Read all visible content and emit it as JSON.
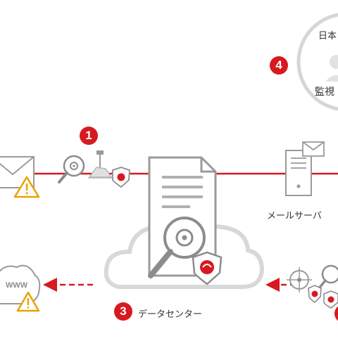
{
  "steps": {
    "step1": "1",
    "step3": "3",
    "step4": "4"
  },
  "labels": {
    "mail_server": "メールサーバ",
    "data_center": "データセンター",
    "operator_top": "日本",
    "operator_bottom": "監視"
  },
  "web_text": "WWW",
  "colors": {
    "accent": "#d71920",
    "line_gray": "#bfbfbf",
    "icon_gray": "#9a9a9a"
  },
  "icons": [
    "envelope-icon",
    "warning-icon",
    "biohazard-magnifier-icon",
    "sandbox-icon",
    "shield-icon",
    "document-server-icon",
    "mail-server-icon",
    "cloud-icon",
    "web-cloud-icon",
    "operator-icon",
    "crosshair-icon"
  ]
}
